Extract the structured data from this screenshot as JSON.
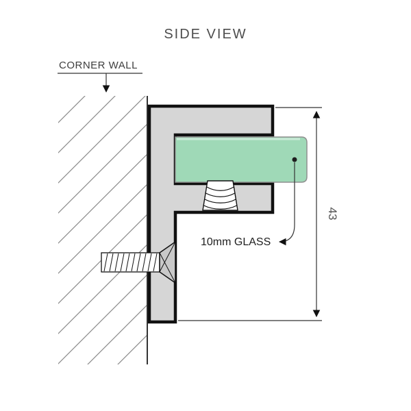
{
  "title": "SIDE VIEW",
  "wall_label": "CORNER WALL",
  "glass_label": "10mm GLASS",
  "dimension_label": "43",
  "colors": {
    "glass_fill": "#9fd9b7",
    "glass_stroke": "#8f8f8f",
    "bracket_fill": "#d6d6d6",
    "screw_head_fill": "#c9c9c9"
  },
  "diagram": {
    "type": "technical-drawing",
    "view": "side",
    "parts": [
      "corner wall",
      "F-shaped glass clamp bracket",
      "glass panel",
      "grub screw",
      "countersunk wall screw"
    ],
    "bracket_height_mm": 43,
    "glass_thickness_mm": 10
  }
}
